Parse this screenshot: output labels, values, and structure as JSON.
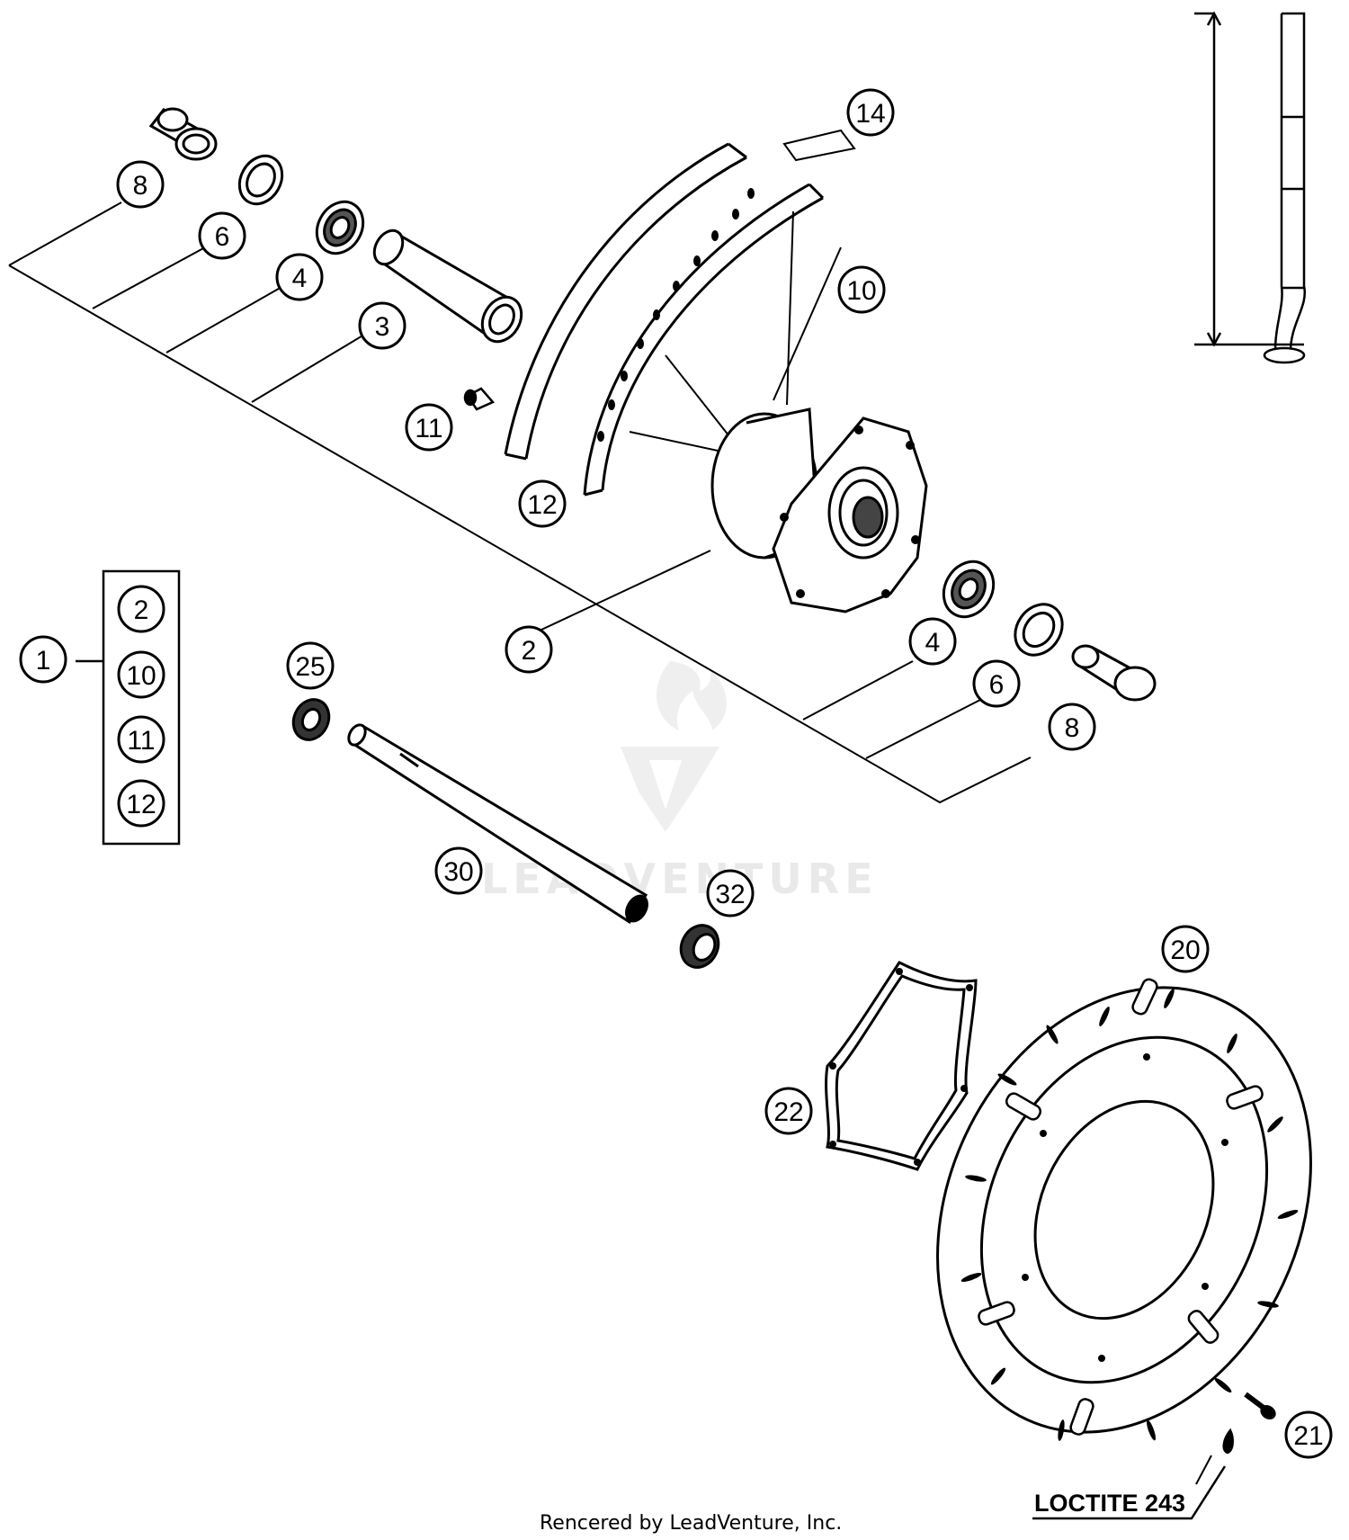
{
  "diagram": {
    "callouts": {
      "c8_top": "8",
      "c6_top": "6",
      "c4_top": "4",
      "c3": "3",
      "c14": "14",
      "c10": "10",
      "c11": "11",
      "c12": "12",
      "c2": "2",
      "c4_bottom": "4",
      "c6_bottom": "6",
      "c8_bottom": "8",
      "c1": "1",
      "c25": "25",
      "c30": "30",
      "c32": "32",
      "c20": "20",
      "c22": "22",
      "c21": "21"
    },
    "kit_box": [
      "2",
      "10",
      "11",
      "12"
    ],
    "loctite_label": "LOCTITE 243",
    "watermark": "LEADVENTURE",
    "footer": "Rencered by LeadVenture, Inc."
  }
}
